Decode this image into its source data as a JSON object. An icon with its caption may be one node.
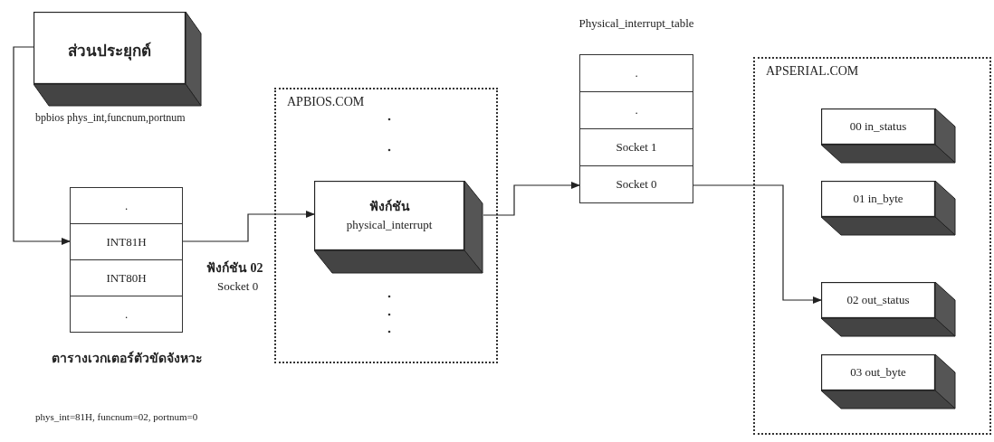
{
  "diagram": {
    "nodes": [
      {
        "text": [
          "ส่วนประยุกต์"
        ]
      },
      {
        "text": [
          "ตารางเวกเตอร์ตัวขัดจังหวะ"
        ]
      },
      {
        "text": [
          "."
        ],
        "in": 1
      },
      {
        "text": [
          "INT81H"
        ],
        "in": 1
      },
      {
        "text": [
          "INT80H"
        ],
        "in": 1
      },
      {
        "text": [
          "."
        ],
        "in": 1
      },
      {
        "text": [
          "APBIOS.COM"
        ]
      },
      {
        "text": [
          "ฟังก์ชัน",
          "physical_interrupt"
        ],
        "in": 6
      },
      {
        "text": [
          "Physical_interrupt_table"
        ]
      },
      {
        "text": [
          "."
        ],
        "in": 8
      },
      {
        "text": [
          "."
        ],
        "in": 8
      },
      {
        "text": [
          "Socket 1"
        ],
        "in": 8
      },
      {
        "text": [
          "Socket 0"
        ],
        "in": 8
      },
      {
        "text": [
          "APSERIAL.COM"
        ]
      },
      {
        "text": [
          "00 in_status"
        ],
        "in": 13
      },
      {
        "text": [
          "01 in_byte"
        ],
        "in": 13
      },
      {
        "text": [
          "02 out_status"
        ],
        "in": 13
      },
      {
        "text": [
          "03 out_byte"
        ],
        "in": 13
      }
    ],
    "edges": [
      {
        "from": 0,
        "to": 3,
        "arrow": "to"
      },
      {
        "from": 3,
        "to": 7,
        "arrow": "to"
      },
      {
        "from": 7,
        "to": 12,
        "arrow": "to"
      },
      {
        "from": 12,
        "to": 16,
        "arrow": "to"
      }
    ],
    "labels": [
      "bpbios phys_int,funcnum,portnum",
      "ฟังก์ชัน 02",
      "Socket 0",
      "phys_int=81H, funcnum=02, portnum=0"
    ]
  }
}
